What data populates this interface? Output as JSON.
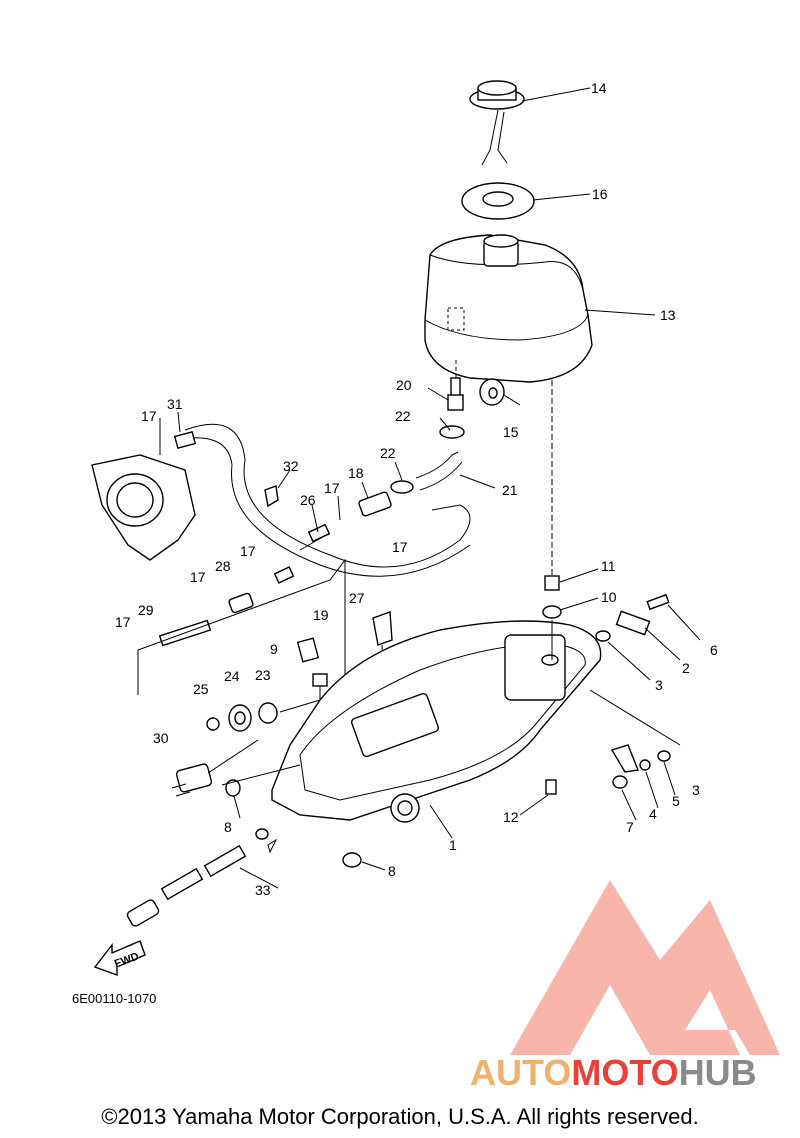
{
  "drawing_code": "6E00110-1070",
  "copyright": "©2013 Yamaha Motor Corporation, U.S.A. All rights reserved.",
  "fwd_label": "FWD",
  "logo": {
    "text_auto": "AUTO",
    "text_moto": "MOTO",
    "text_hub": "HUB",
    "color_orange": "#f2b16a",
    "color_red": "#e8413a",
    "color_gray": "#8a8a8a",
    "color_triangle": "#f6a89c"
  },
  "callouts": {
    "c1": "1",
    "c2": "2",
    "c3a": "3",
    "c3b": "3",
    "c4": "4",
    "c5": "5",
    "c6": "6",
    "c7": "7",
    "c8a": "8",
    "c8b": "8",
    "c9": "9",
    "c10": "10",
    "c11": "11",
    "c12": "12",
    "c13": "13",
    "c14": "14",
    "c15": "15",
    "c16": "16",
    "c17a": "17",
    "c17b": "17",
    "c17c": "17",
    "c17d": "17",
    "c17e": "17",
    "c17f": "17",
    "c18": "18",
    "c19": "19",
    "c20": "20",
    "c21": "21",
    "c22a": "22",
    "c22b": "22",
    "c23": "23",
    "c24": "24",
    "c25": "25",
    "c26": "26",
    "c27": "27",
    "c28": "28",
    "c29": "29",
    "c30": "30",
    "c31": "31",
    "c32": "32",
    "c33": "33"
  }
}
